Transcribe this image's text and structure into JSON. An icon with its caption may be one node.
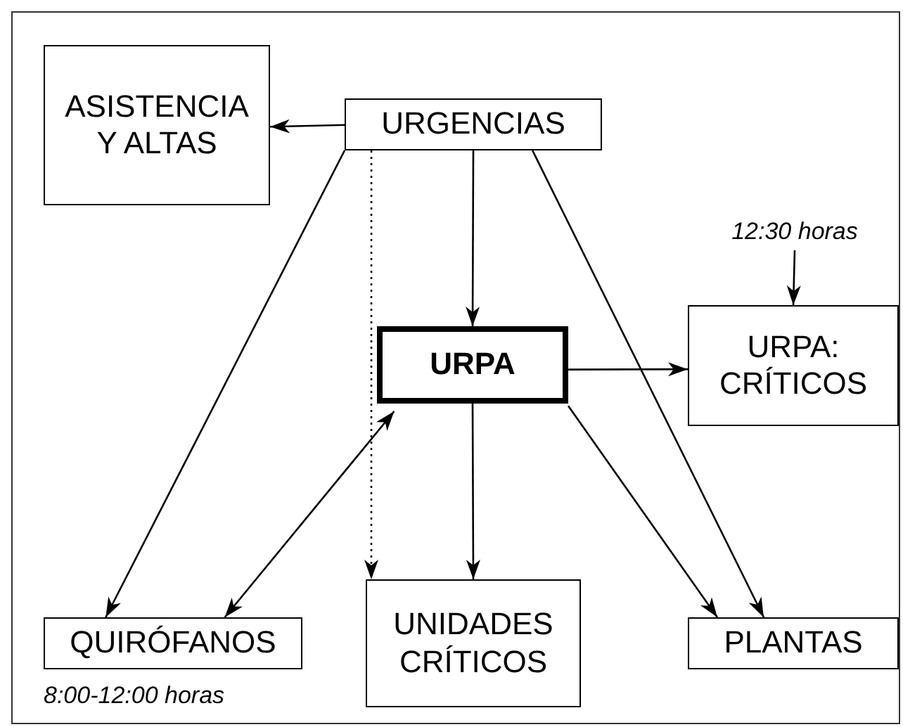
{
  "diagram": {
    "nodes": [
      {
        "text": [
          "ASISTENCIA Y ALTAS"
        ]
      },
      {
        "text": [
          "URGENCIAS"
        ]
      },
      {
        "text": [
          "URPA"
        ]
      },
      {
        "text": [
          "URPA: CRÍTICOS"
        ]
      },
      {
        "text": [
          "12:30 horas"
        ]
      },
      {
        "text": [
          "QUIRÓFANOS"
        ],
        "beside": [
          "8:00-12:00 horas"
        ]
      },
      {
        "text": [
          "UNIDADES CRÍTICOS"
        ]
      },
      {
        "text": [
          "PLANTAS"
        ]
      }
    ],
    "edges": [
      {
        "from": 1,
        "to": 0,
        "arrow": "to"
      },
      {
        "from": 1,
        "to": 2,
        "arrow": "to"
      },
      {
        "from": 1,
        "to": 6,
        "arrow": "to",
        "style": "dashed"
      },
      {
        "from": 1,
        "to": 5,
        "arrow": "to"
      },
      {
        "from": 1,
        "to": 7,
        "arrow": "to"
      },
      {
        "from": 2,
        "to": 3,
        "arrow": "to"
      },
      {
        "from": 4,
        "to": 3,
        "arrow": "to"
      },
      {
        "from": 2,
        "to": 5,
        "arrow": "both"
      },
      {
        "from": 2,
        "to": 6,
        "arrow": "to"
      },
      {
        "from": 2,
        "to": 7,
        "arrow": "to"
      }
    ]
  }
}
